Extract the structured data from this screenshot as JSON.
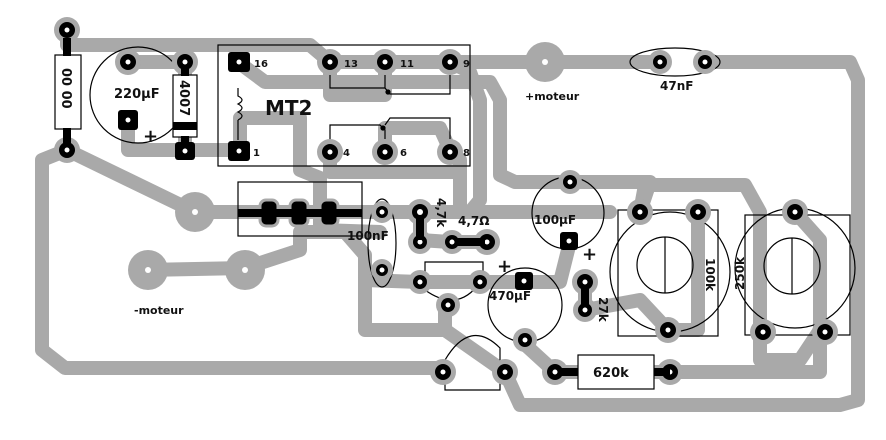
{
  "title": "",
  "colors": {
    "trace": "#a9a9a9",
    "pad": "#000000",
    "pad_ring": "#a9a9a9",
    "outline": "#000000",
    "label": "#111111",
    "background": "#ffffff"
  },
  "components": {
    "resistor_top_left": "00 00",
    "cap_220": "220µF",
    "diode": "4007",
    "ic_name": "MT2",
    "ic_pins": [
      "16",
      "13",
      "11",
      "9",
      "1",
      "4",
      "6",
      "8"
    ],
    "motor_plus": "+moteur",
    "motor_minus": "-moteur",
    "cap_47n": "47nF",
    "cap_100n": "100nF",
    "res_4k7": "4,7k",
    "res_4r7": "4,7Ω",
    "cap_100u": "100µF",
    "cap_470u": "470µF",
    "res_27k": "27k",
    "pot_100k": "100k",
    "pot_250k": "250k",
    "res_620k": "620k",
    "plus_sign": "+"
  }
}
